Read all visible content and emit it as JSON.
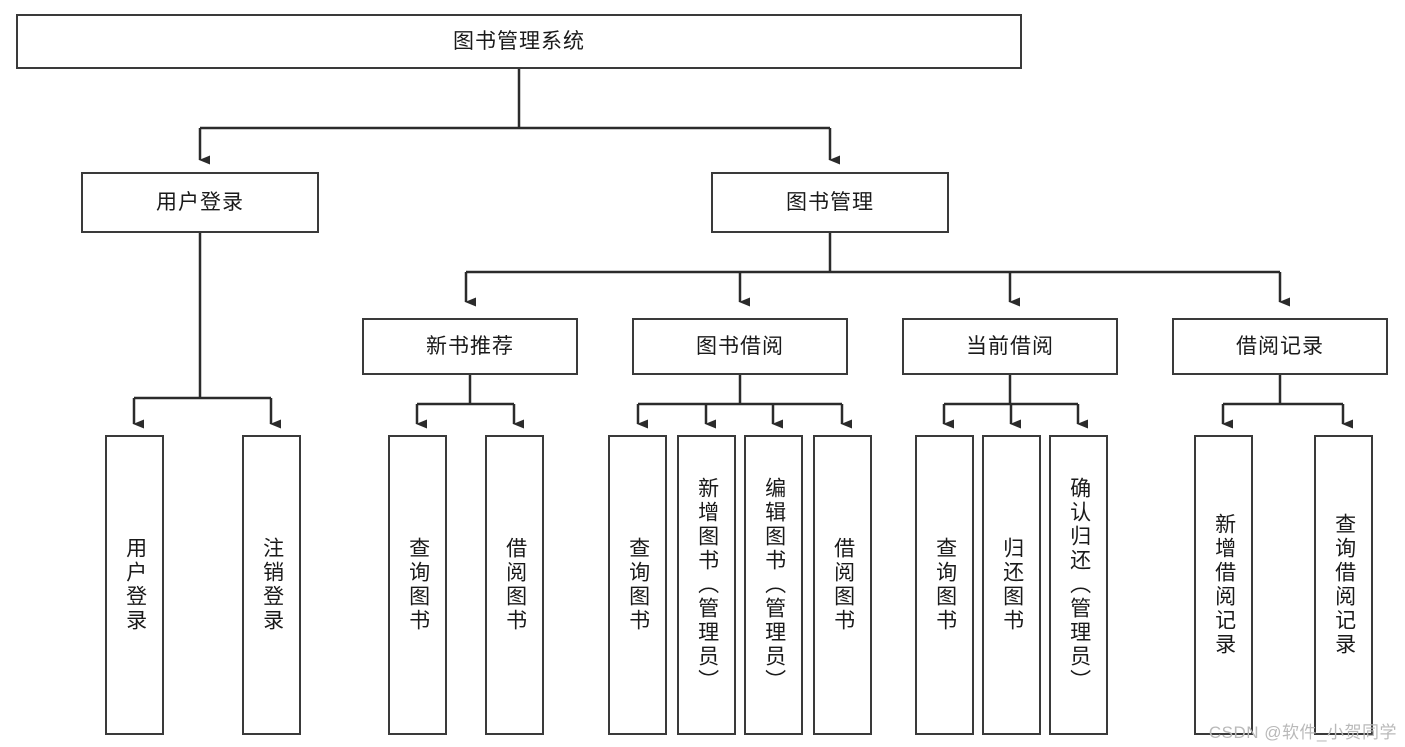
{
  "diagram": {
    "title": "图书管理系统",
    "type": "tree",
    "orientation": "top-down",
    "colors": {
      "box_border": "#3a3a3a",
      "box_fill": "#ffffff",
      "edge": "#2b2b2b",
      "text": "#1a1a1a",
      "watermark": "#b9b9b9",
      "background": "#ffffff"
    },
    "nodes": {
      "root": {
        "label": "图书管理系统",
        "orient": "horizontal"
      },
      "l1": [
        {
          "label": "用户登录",
          "orient": "horizontal"
        },
        {
          "label": "图书管理",
          "orient": "horizontal"
        }
      ],
      "l2": [
        {
          "label": "新书推荐",
          "orient": "horizontal"
        },
        {
          "label": "图书借阅",
          "orient": "horizontal"
        },
        {
          "label": "当前借阅",
          "orient": "horizontal"
        },
        {
          "label": "借阅记录",
          "orient": "horizontal"
        }
      ],
      "leaves": {
        "user_login": [
          {
            "label": "用户登录",
            "orient": "vertical"
          },
          {
            "label": "注销登录",
            "orient": "vertical"
          }
        ],
        "new_book": [
          {
            "label": "查询图书",
            "orient": "vertical"
          },
          {
            "label": "借阅图书",
            "orient": "vertical"
          }
        ],
        "book_borrow": [
          {
            "label": "查询图书",
            "orient": "vertical"
          },
          {
            "label": "新增图书（管理员）",
            "orient": "vertical"
          },
          {
            "label": "编辑图书（管理员）",
            "orient": "vertical"
          },
          {
            "label": "借阅图书",
            "orient": "vertical"
          }
        ],
        "current_borrow": [
          {
            "label": "查询图书",
            "orient": "vertical"
          },
          {
            "label": "归还图书",
            "orient": "vertical"
          },
          {
            "label": "确认归还（管理员）",
            "orient": "vertical"
          }
        ],
        "borrow_record": [
          {
            "label": "新增借阅记录",
            "orient": "vertical"
          },
          {
            "label": "查询借阅记录",
            "orient": "vertical"
          }
        ]
      }
    },
    "watermark": "CSDN @软件_小贺同学"
  }
}
